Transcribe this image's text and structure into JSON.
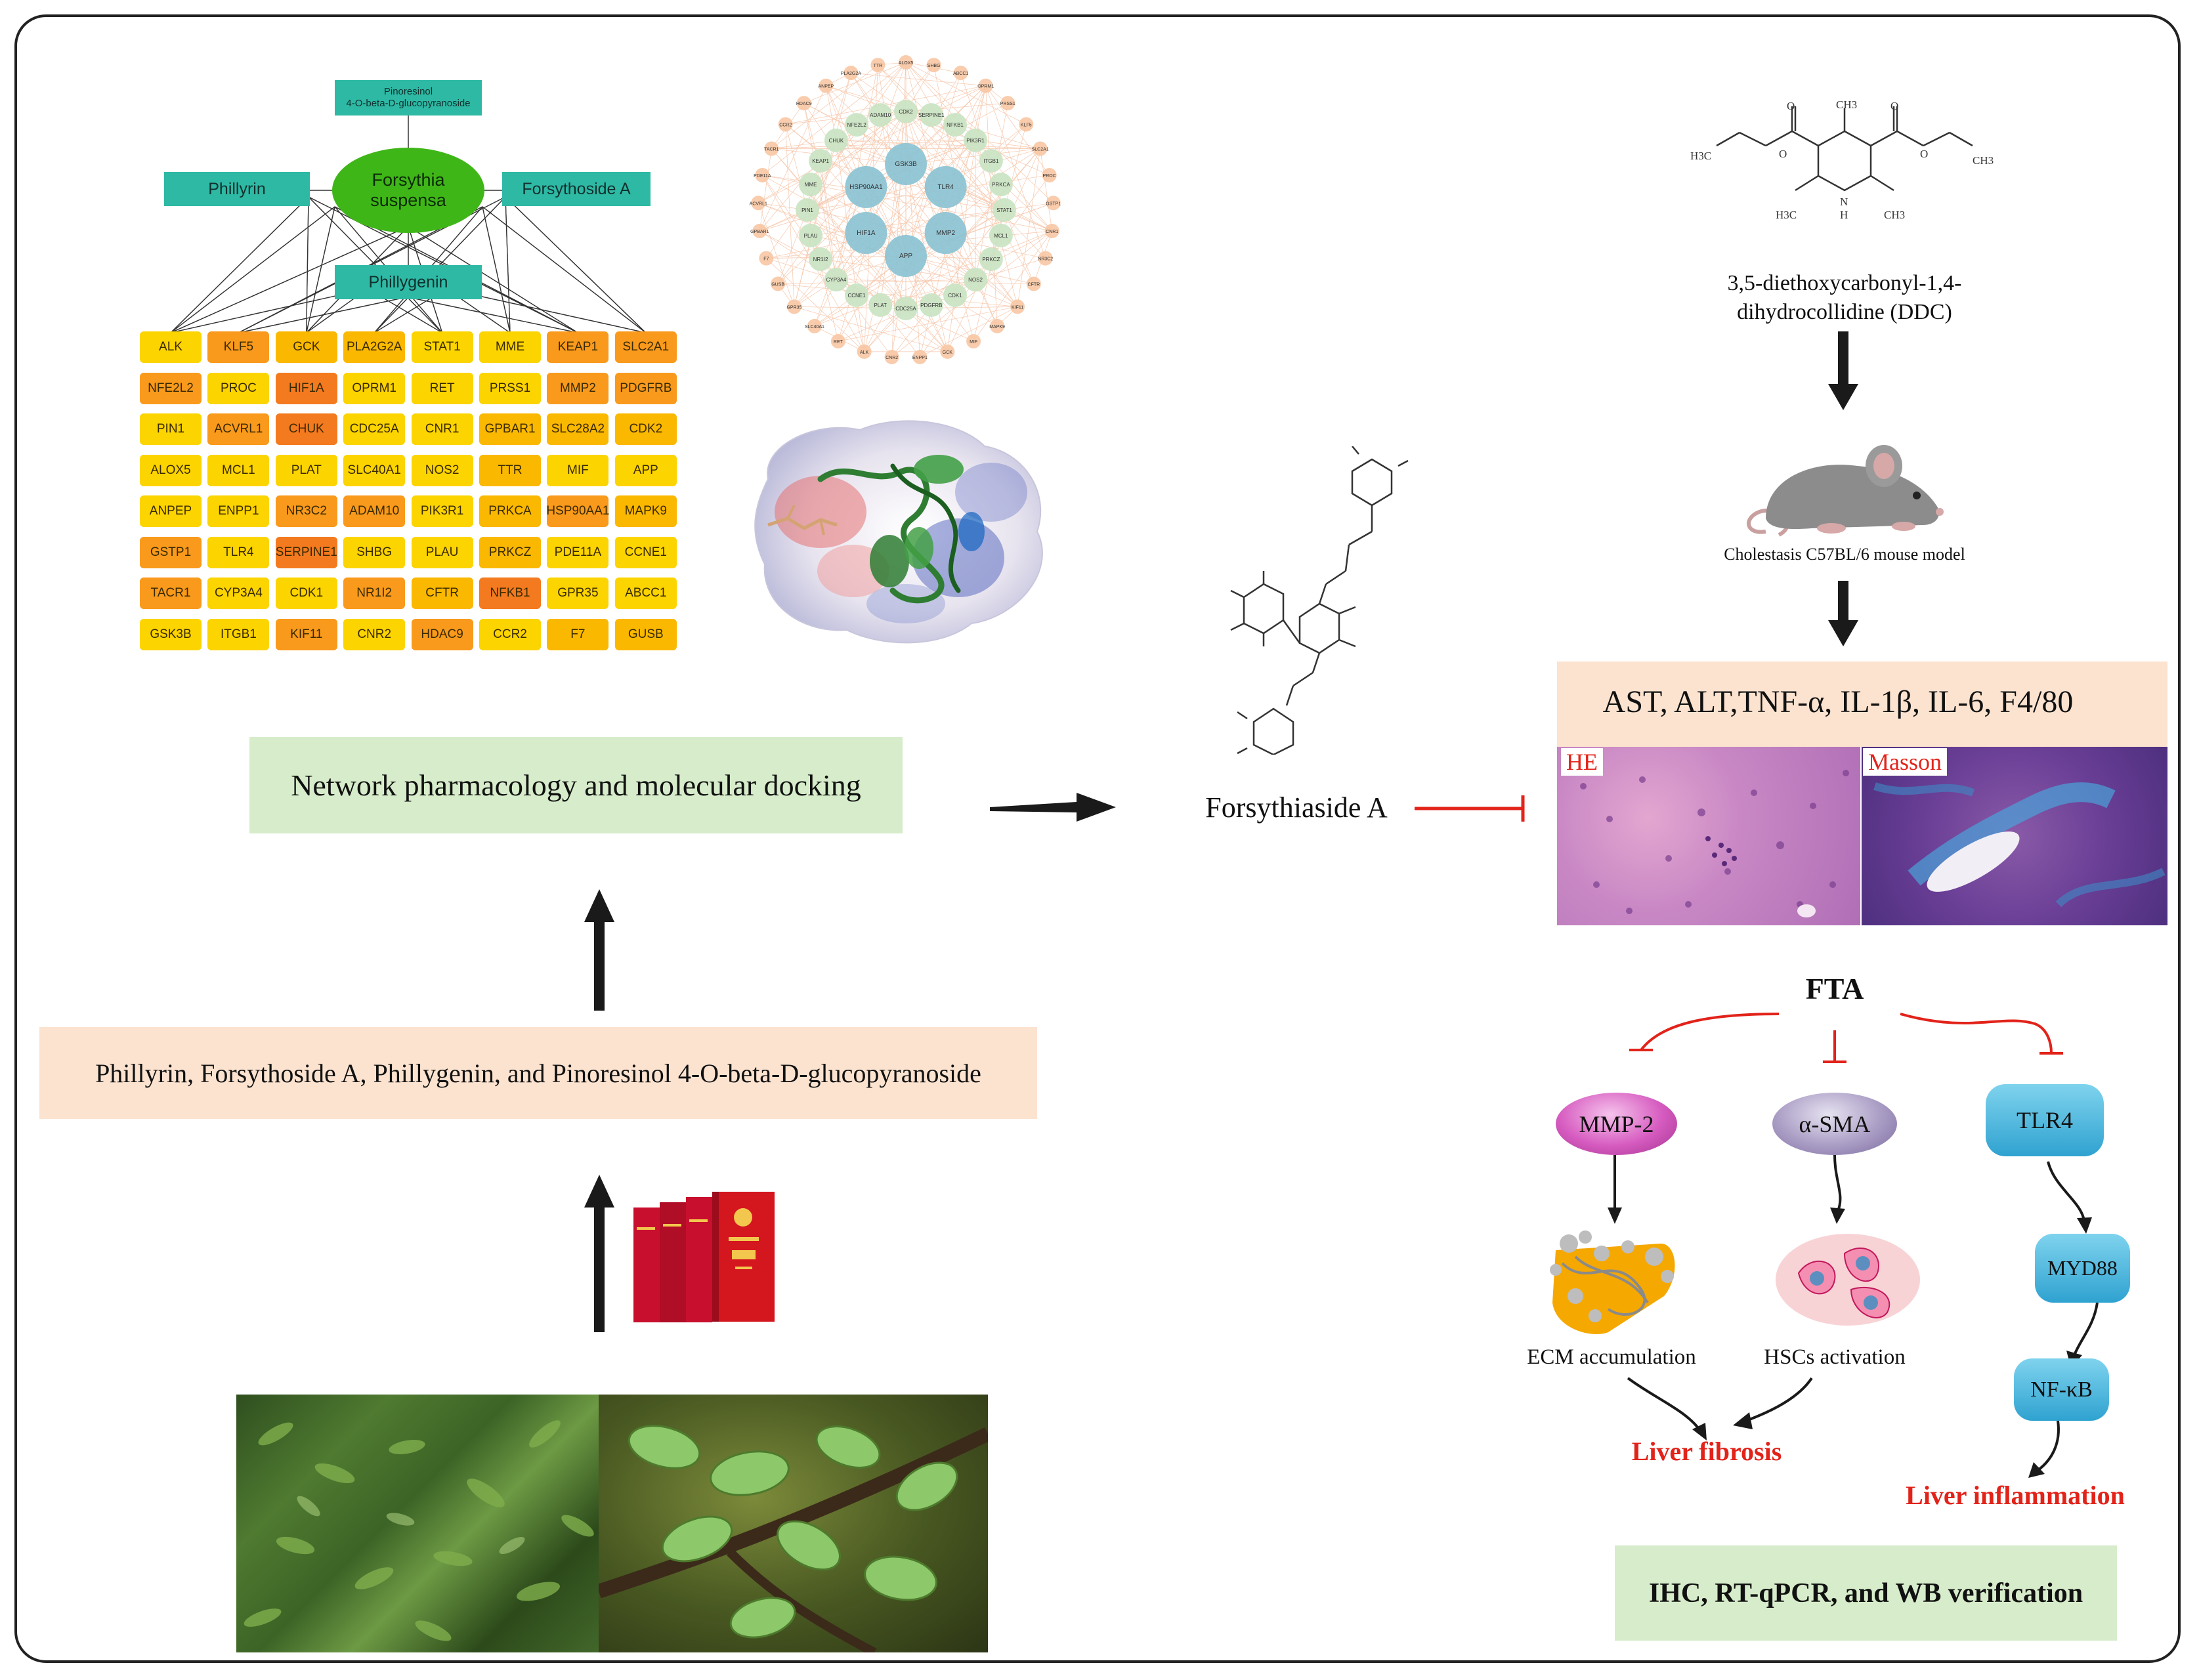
{
  "network": {
    "center": "Forsythia suspensa",
    "compounds": [
      "Pinoresinol\n4-O-beta-D-glucopyranoside",
      "Phillyrin",
      "Forsythoside A",
      "Phillygenin"
    ],
    "targets": [
      [
        "ALK",
        "KLF5",
        "GCK",
        "PLA2G2A",
        "STAT1",
        "MME",
        "KEAP1",
        "SLC2A1"
      ],
      [
        "NFE2L2",
        "PROC",
        "HIF1A",
        "OPRM1",
        "RET",
        "PRSS1",
        "MMP2",
        "PDGFRB"
      ],
      [
        "PIN1",
        "ACVRL1",
        "CHUK",
        "CDC25A",
        "CNR1",
        "GPBAR1",
        "SLC28A2",
        "CDK2"
      ],
      [
        "ALOX5",
        "MCL1",
        "PLAT",
        "SLC40A1",
        "NOS2",
        "TTR",
        "MIF",
        "APP"
      ],
      [
        "ANPEP",
        "ENPP1",
        "NR3C2",
        "ADAM10",
        "PIK3R1",
        "PRKCA",
        "HSP90AA1",
        "MAPK9"
      ],
      [
        "GSTP1",
        "TLR4",
        "SERPINE1",
        "SHBG",
        "PLAU",
        "PRKCZ",
        "PDE11A",
        "CCNE1"
      ],
      [
        "TACR1",
        "CYP3A4",
        "CDK1",
        "NR1I2",
        "CFTR",
        "NFKB1",
        "GPR35",
        "ABCC1"
      ],
      [
        "GSK3B",
        "ITGB1",
        "KIF11",
        "CNR2",
        "HDAC9",
        "CCR2",
        "F7",
        "GUSB"
      ]
    ],
    "target_shades": [
      [
        1,
        3,
        2,
        2,
        1,
        1,
        3,
        3
      ],
      [
        3,
        1,
        4,
        1,
        1,
        1,
        3,
        3
      ],
      [
        1,
        3,
        4,
        1,
        1,
        2,
        2,
        2
      ],
      [
        1,
        1,
        1,
        1,
        1,
        2,
        1,
        1
      ],
      [
        1,
        1,
        3,
        3,
        1,
        2,
        3,
        2
      ],
      [
        3,
        1,
        4,
        1,
        1,
        2,
        1,
        1
      ],
      [
        3,
        1,
        1,
        3,
        2,
        4,
        1,
        1
      ],
      [
        1,
        1,
        3,
        1,
        3,
        1,
        2,
        2
      ]
    ],
    "shade_colors": {
      "1": "#fcd400",
      "2": "#fbb800",
      "3": "#f99a1c",
      "4": "#f47a1f"
    }
  },
  "ppi": {
    "inner": [
      "GSK3B",
      "TLR4",
      "MMP2",
      "APP",
      "HIF1A",
      "HSP90AA1"
    ],
    "middle": [
      "CDK2",
      "SERPINE1",
      "NFKB1",
      "PIK3R1",
      "ITGB1",
      "PRKCA",
      "STAT1",
      "MCL1",
      "PRKCZ",
      "NOS2",
      "CDK1",
      "PDGFRB",
      "CDC25A",
      "PLAT",
      "CCNE1",
      "CYP3A4",
      "NR1I2",
      "PLAU",
      "PIN1",
      "MME",
      "KEAP1",
      "CHUK",
      "NFE2L2",
      "ADAM10"
    ],
    "outer": [
      "ALOX5",
      "SHBG",
      "ABCC1",
      "OPRM1",
      "PRSS1",
      "KLF5",
      "SLC2A1",
      "PROC",
      "GSTP1",
      "CNR1",
      "NR3C2",
      "CFTR",
      "KIF11",
      "MAPK9",
      "MIF",
      "GCK",
      "ENPP1",
      "CNR2",
      "ALK",
      "RET",
      "SLC40A1",
      "GPR35",
      "GUSB",
      "F7",
      "GPBAR1",
      "ACVRL1",
      "PDE11A",
      "TACR1",
      "CCR2",
      "HDAC9",
      "ANPEP",
      "PLA2G2A",
      "TTR"
    ]
  },
  "labels": {
    "network_title": "Network pharmacology and molecular docking",
    "compounds_list": "Phillyrin, Forsythoside A, Phillygenin, and Pinoresinol 4-O-beta-D-glucopyranoside",
    "forsythiaside": "Forsythiaside A",
    "ddc_line1": "3,5-diethoxycarbonyl-1,4-",
    "ddc_line2": "dihydrocollidine (DDC)",
    "mouse_model": "Cholestasis C57BL/6 mouse model",
    "markers": "AST, ALT,TNF-α, IL-1β, IL-6, F4/80",
    "he": "HE",
    "masson": "Masson",
    "fta": "FTA",
    "mmp2": "MMP-2",
    "asma": "α-SMA",
    "tlr4": "TLR4",
    "myd88": "MYD88",
    "nfkb": "NF-κB",
    "ecm": "ECM accumulation",
    "hscs": "HSCs activation",
    "liver_fibrosis": "Liver fibrosis",
    "liver_inflammation": "Liver inflammation",
    "verification": "IHC, RT-qPCR, and WB verification"
  },
  "ddc_atoms": {
    "h3c_left": "H3C",
    "o": "O",
    "ch3": "CH3",
    "h3c_low": "H3C",
    "h": "H",
    "ch3_low": "CH3",
    "n": "N"
  },
  "colors": {
    "red": "#e2231a",
    "teal": "#2eb9a5",
    "beige": "#fbe3d0",
    "green_box": "#d6ecca",
    "green_ellipse": "#3fb618"
  }
}
